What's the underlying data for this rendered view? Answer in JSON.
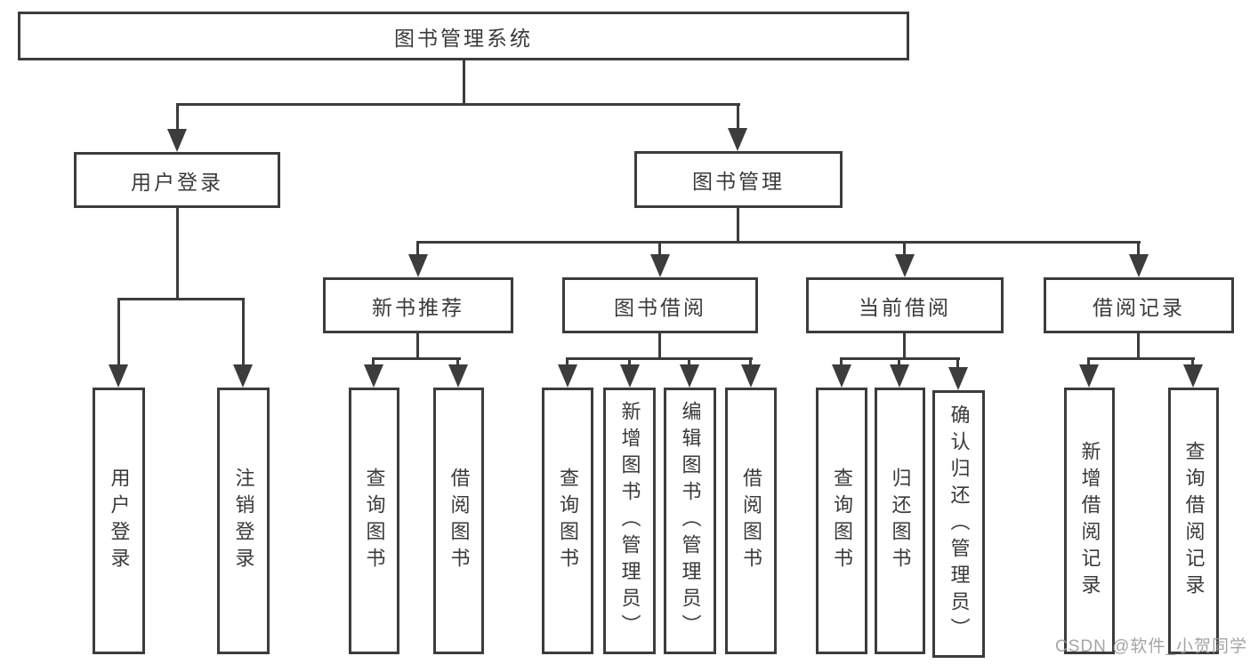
{
  "diagram": {
    "root": {
      "label": "图书管理系统"
    },
    "branches": [
      {
        "label": "用户登录",
        "leaves": [
          {
            "label": "用户登录"
          },
          {
            "label": "注销登录"
          }
        ]
      },
      {
        "label": "图书管理",
        "sections": [
          {
            "label": "新书推荐",
            "leaves": [
              {
                "label": "查询图书"
              },
              {
                "label": "借阅图书"
              }
            ]
          },
          {
            "label": "图书借阅",
            "leaves": [
              {
                "label": "查询图书"
              },
              {
                "label": "新增图书（管理员）"
              },
              {
                "label": "编辑图书（管理员）"
              },
              {
                "label": "借阅图书"
              }
            ]
          },
          {
            "label": "当前借阅",
            "leaves": [
              {
                "label": "查询图书"
              },
              {
                "label": "归还图书"
              },
              {
                "label": "确认归还（管理员）"
              }
            ]
          },
          {
            "label": "借阅记录",
            "leaves": [
              {
                "label": "新增借阅记录"
              },
              {
                "label": "查询借阅记录"
              }
            ]
          }
        ]
      }
    ]
  },
  "watermark": {
    "text": "CSDN @软件_小贺同学"
  },
  "colors": {
    "line": "#3c3c3c",
    "text": "#3a3a3a",
    "watermark": "#9b9b9b",
    "background": "#ffffff"
  }
}
